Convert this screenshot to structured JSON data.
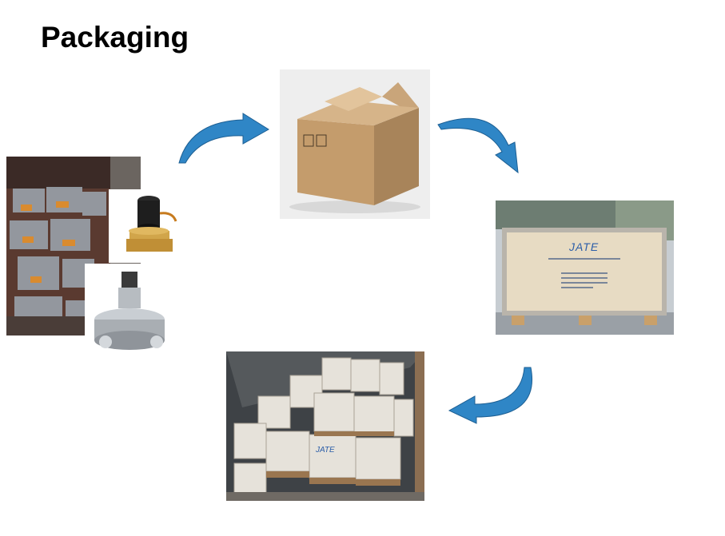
{
  "page": {
    "title": "Packaging"
  },
  "photos": {
    "products": {
      "name": "Products packed in shipping container"
    },
    "solenoid": {
      "name": "Brass solenoid valve"
    },
    "gas_valve": {
      "name": "Stainless gas valve"
    },
    "carton": {
      "name": "Cardboard carton box"
    },
    "wooden_crate": {
      "name": "Wooden crate",
      "brand": "JATE"
    },
    "container_loading": {
      "name": "Crates loaded in container",
      "brand": "JATE"
    }
  },
  "colors": {
    "arrow": "#2f86c6",
    "arrow_dark": "#1d5f93",
    "cardboard": "#c9a57a",
    "crate": "#e7dbc3",
    "jate_blue": "#2c5ea8"
  }
}
